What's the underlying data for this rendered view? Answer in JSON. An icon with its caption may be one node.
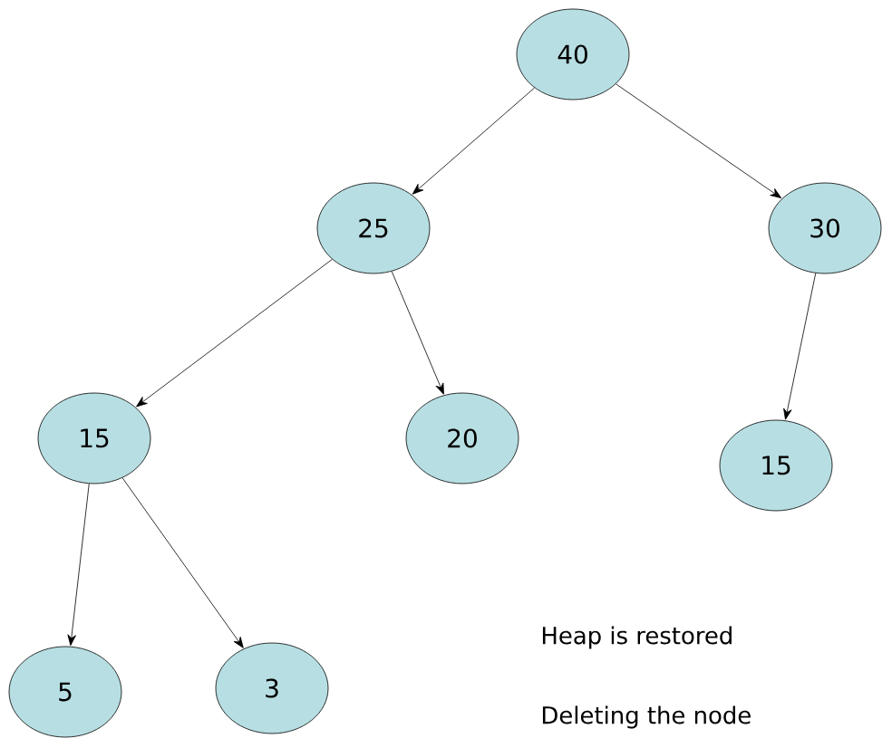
{
  "diagram": {
    "nodes": [
      {
        "text": [
          "40"
        ]
      },
      {
        "text": [
          "25"
        ]
      },
      {
        "text": [
          "30"
        ]
      },
      {
        "text": [
          "15"
        ]
      },
      {
        "text": [
          "20"
        ]
      },
      {
        "text": [
          "15"
        ]
      },
      {
        "text": [
          "5"
        ]
      },
      {
        "text": [
          "3"
        ]
      }
    ],
    "edges": [
      {
        "from": 0,
        "to": 1,
        "arrow": "to"
      },
      {
        "from": 0,
        "to": 2,
        "arrow": "to"
      },
      {
        "from": 1,
        "to": 3,
        "arrow": "to"
      },
      {
        "from": 1,
        "to": 4,
        "arrow": "to"
      },
      {
        "from": 2,
        "to": 5,
        "arrow": "to"
      },
      {
        "from": 3,
        "to": 6,
        "arrow": "to"
      },
      {
        "from": 3,
        "to": 7,
        "arrow": "to"
      }
    ],
    "labels": [
      "Heap is restored",
      "Deleting the node"
    ]
  }
}
